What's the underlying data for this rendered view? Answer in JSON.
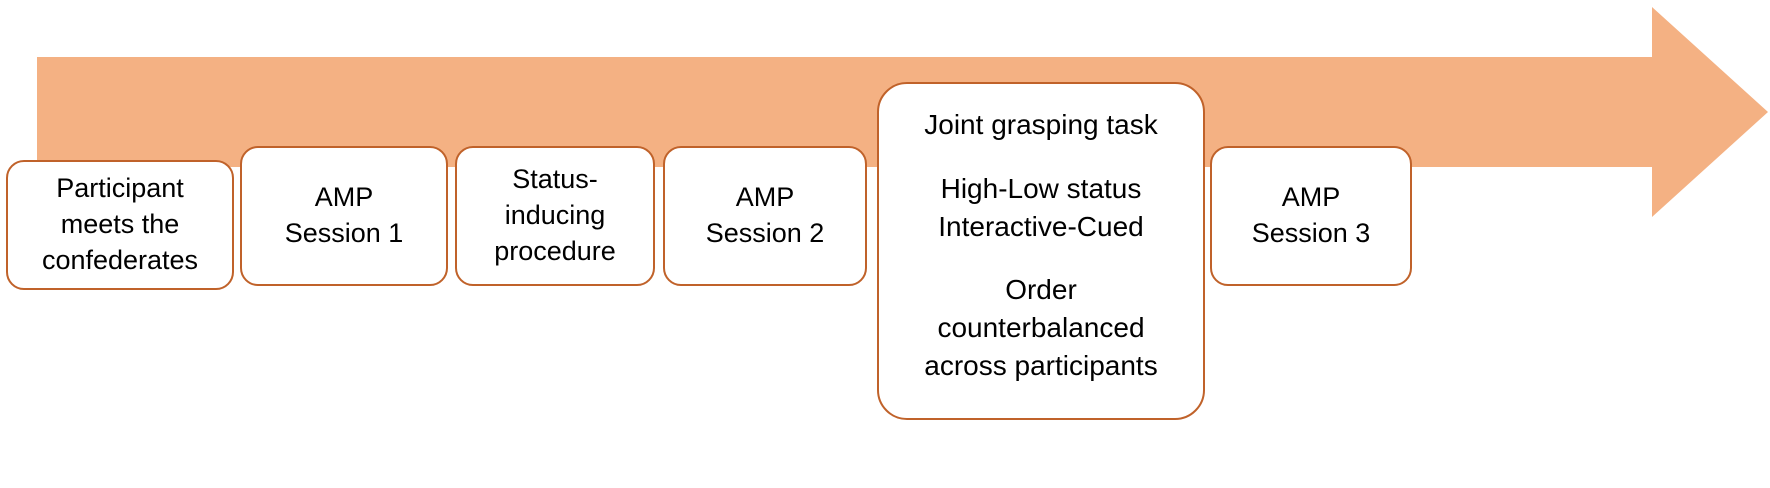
{
  "diagram": {
    "type": "process-timeline-arrow",
    "arrow": {
      "name": "timeline-arrow",
      "fill_color": "#F4B183",
      "direction": "right"
    },
    "steps": [
      {
        "id": "participant-meets-confederates",
        "lines": [
          "Participant",
          "meets the",
          "confederates"
        ]
      },
      {
        "id": "amp-session-1",
        "lines": [
          "AMP",
          "Session 1"
        ]
      },
      {
        "id": "status-inducing-procedure",
        "lines": [
          "Status-",
          "inducing",
          "procedure"
        ]
      },
      {
        "id": "amp-session-2",
        "lines": [
          "AMP",
          "Session 2"
        ]
      },
      {
        "id": "amp-session-3",
        "lines": [
          "AMP",
          "Session 3"
        ]
      }
    ],
    "main_task": {
      "id": "joint-grasping-task",
      "paragraphs": [
        [
          "Joint grasping task"
        ],
        [
          "High-Low status",
          "Interactive-Cued"
        ],
        [
          "Order",
          "counterbalanced",
          "across participants"
        ]
      ]
    },
    "colors": {
      "box_border": "#C0622A",
      "box_fill": "#FFFFFF",
      "arrow_fill": "#F4B183",
      "text": "#000000"
    }
  }
}
